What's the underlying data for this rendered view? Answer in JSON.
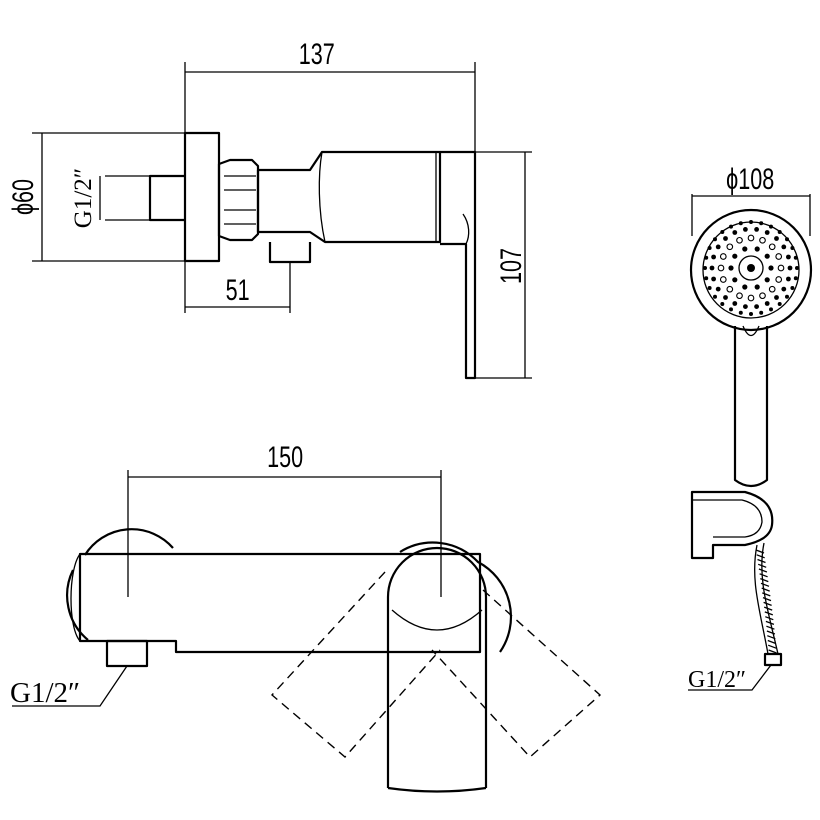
{
  "dimensions": {
    "total_length": "137",
    "diameter_body": "60",
    "thread_side": "G1/2″",
    "outlet_offset": "51",
    "height": "107",
    "center_distance": "150",
    "thread_front": "G1/2″",
    "head_diameter": "108",
    "thread_hose": "G1/2″"
  },
  "symbols": {
    "diameter": "ϕ",
    "diameter_alt": "ϕ"
  }
}
